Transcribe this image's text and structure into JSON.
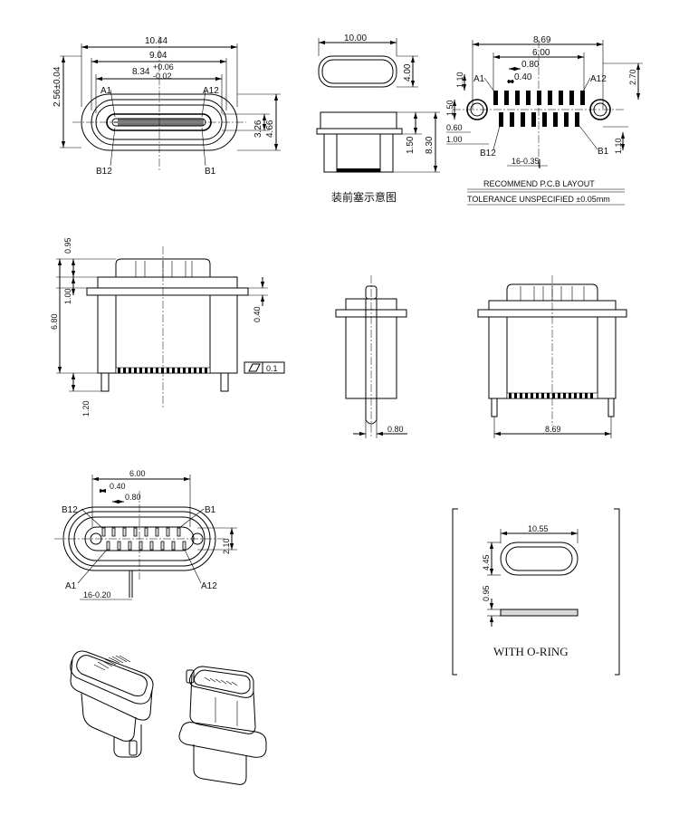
{
  "top_view": {
    "dims": {
      "outer_w": "10.44",
      "mid_w": "9.04",
      "inner_w": "8.34",
      "inner_tol_plus": "+0.06",
      "inner_tol_minus": "-0.02",
      "top_off": "2.56±0.04",
      "inner_h": "3.26",
      "outer_h": "4.66"
    },
    "pins": {
      "a1": "A1",
      "a12": "A12",
      "b12": "B12",
      "b1": "B1"
    }
  },
  "plug_view": {
    "dims": {
      "width": "10.00",
      "height": "4.00",
      "h1": "1.50",
      "h2": "8.30"
    },
    "caption": "装前塞示意图"
  },
  "pcb_layout": {
    "dims": {
      "total": "8.69",
      "pitch_span": "6.00",
      "p080": "0.80",
      "p040": "0.40",
      "d270": "2.70",
      "d110a": "1.10",
      "d150": "1.50",
      "d060": "0.60",
      "d100": "1.00",
      "d110b": "1.10",
      "holes": "16-0.35"
    },
    "pins": {
      "a1": "A1",
      "a12": "A12",
      "b12": "B12",
      "b1": "B1"
    },
    "title": "RECOMMEND P.C.B LAYOUT",
    "tolerance": "TOLERANCE UNSPECIFIED ±0.05mm"
  },
  "side_view": {
    "dims": {
      "d095": "0.95",
      "d100": "1.00",
      "d680": "6.80",
      "d040": "0.40",
      "d120": "1.20"
    },
    "flatness": "0.1"
  },
  "end_view": {
    "dims": {
      "d080": "0.80"
    }
  },
  "front_view": {
    "dims": {
      "d869": "8.69"
    }
  },
  "bottom_view": {
    "dims": {
      "span": "6.00",
      "p040": "0.40",
      "p080": "0.80",
      "h210": "2.10",
      "pads": "16-0.20"
    },
    "pins": {
      "b12": "B12",
      "b1": "B1",
      "a1": "A1",
      "a12": "A12"
    }
  },
  "oring": {
    "dims": {
      "width": "10.55",
      "height": "4.45",
      "thick": "0.95"
    },
    "caption": "WITH O-RING"
  }
}
